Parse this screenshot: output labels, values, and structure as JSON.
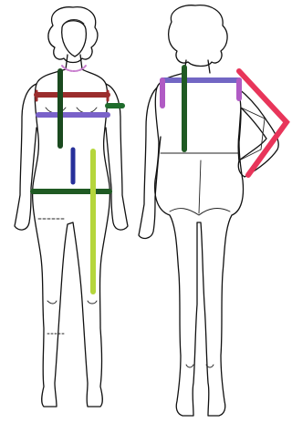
{
  "colors": {
    "neck": "#c97fcf",
    "bust": "#9b2d2d",
    "underbust": "#7a62c9",
    "upper-arm": "#1f6b2c",
    "front-torso-length": "#1a4a1f",
    "waist-to-hip": "#27309a",
    "hip": "#1f5a23",
    "inseam": "#b5d63c",
    "back-shoulder": "#b05bc4",
    "back-shoulder-width": "#7266c4",
    "back-length": "#1f5a23",
    "arm-length": "#e8355a"
  },
  "figures": [
    "front-view",
    "back-view"
  ],
  "measurement_lines": [
    "neck",
    "bust",
    "underbust",
    "upper-arm",
    "front-torso-length",
    "waist-to-hip",
    "hip",
    "inseam",
    "back-shoulder",
    "back-shoulder-width",
    "back-length",
    "arm-length"
  ]
}
